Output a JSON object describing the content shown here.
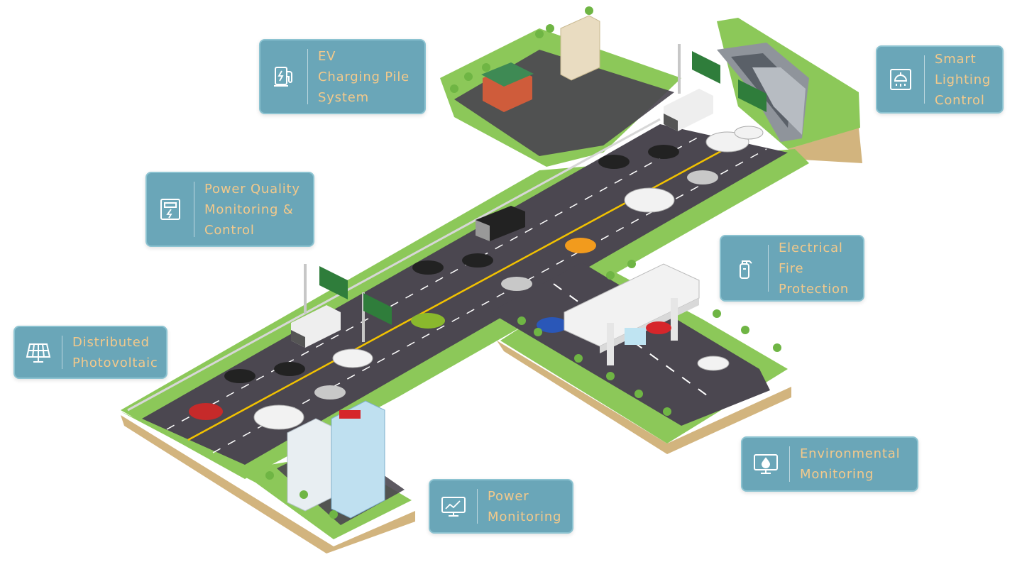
{
  "colors": {
    "callout_bg": "#6aa6b8",
    "callout_border": "#8cc3d1",
    "label_text": "#f3c98b",
    "road": "#4b4750",
    "grass": "#8cc859",
    "soil": "#d2b47e",
    "lane_yellow": "#f2c200"
  },
  "callouts": [
    {
      "id": "ev",
      "label": "EV\nCharging Pile\nSystem",
      "icon": "ev-charger-icon"
    },
    {
      "id": "lighting",
      "label": "Smart\nLighting\nControl",
      "icon": "ceiling-lamp-icon"
    },
    {
      "id": "pq",
      "label": "Power Quality\nMonitoring &\nControl",
      "icon": "power-meter-icon"
    },
    {
      "id": "fire",
      "label": "Electrical\nFire\nProtection",
      "icon": "fire-extinguisher-icon"
    },
    {
      "id": "pv",
      "label": "Distributed\nPhotovoltaic",
      "icon": "solar-panel-icon"
    },
    {
      "id": "env",
      "label": "Environmental\nMonitoring",
      "icon": "environment-monitor-icon"
    },
    {
      "id": "pm",
      "label": "Power\nMonitoring",
      "icon": "monitor-chart-icon"
    }
  ]
}
